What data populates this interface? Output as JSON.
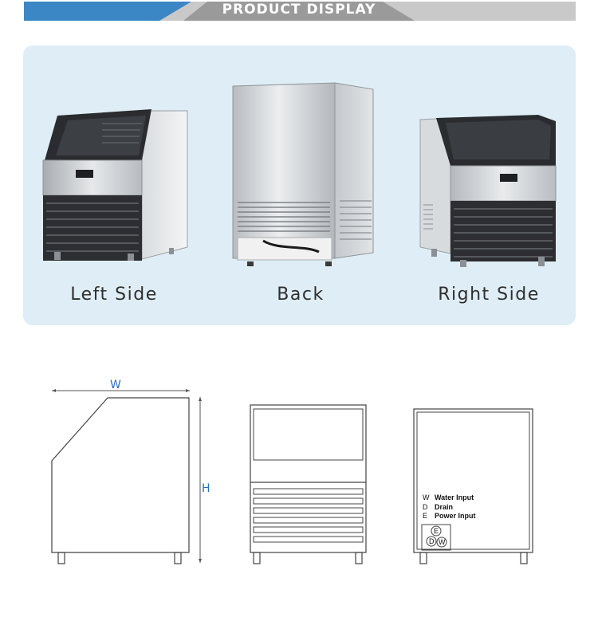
{
  "header": {
    "title": "PRODUCT DISPLAY"
  },
  "photos": [
    {
      "label": "Left Side"
    },
    {
      "label": "Back"
    },
    {
      "label": "Right Side"
    }
  ],
  "dimensions": {
    "width_label": "W",
    "height_label": "H"
  },
  "legend": {
    "rows": [
      {
        "code": "W",
        "text": "Water Input"
      },
      {
        "code": "D",
        "text": "Drain"
      },
      {
        "code": "E",
        "text": "Power Input"
      }
    ],
    "ports": {
      "top": "E",
      "left": "D",
      "right": "W"
    }
  },
  "colors": {
    "accent": "#3b86c4",
    "panel": "#dfeef6",
    "dimension": "#2a6ec0"
  }
}
